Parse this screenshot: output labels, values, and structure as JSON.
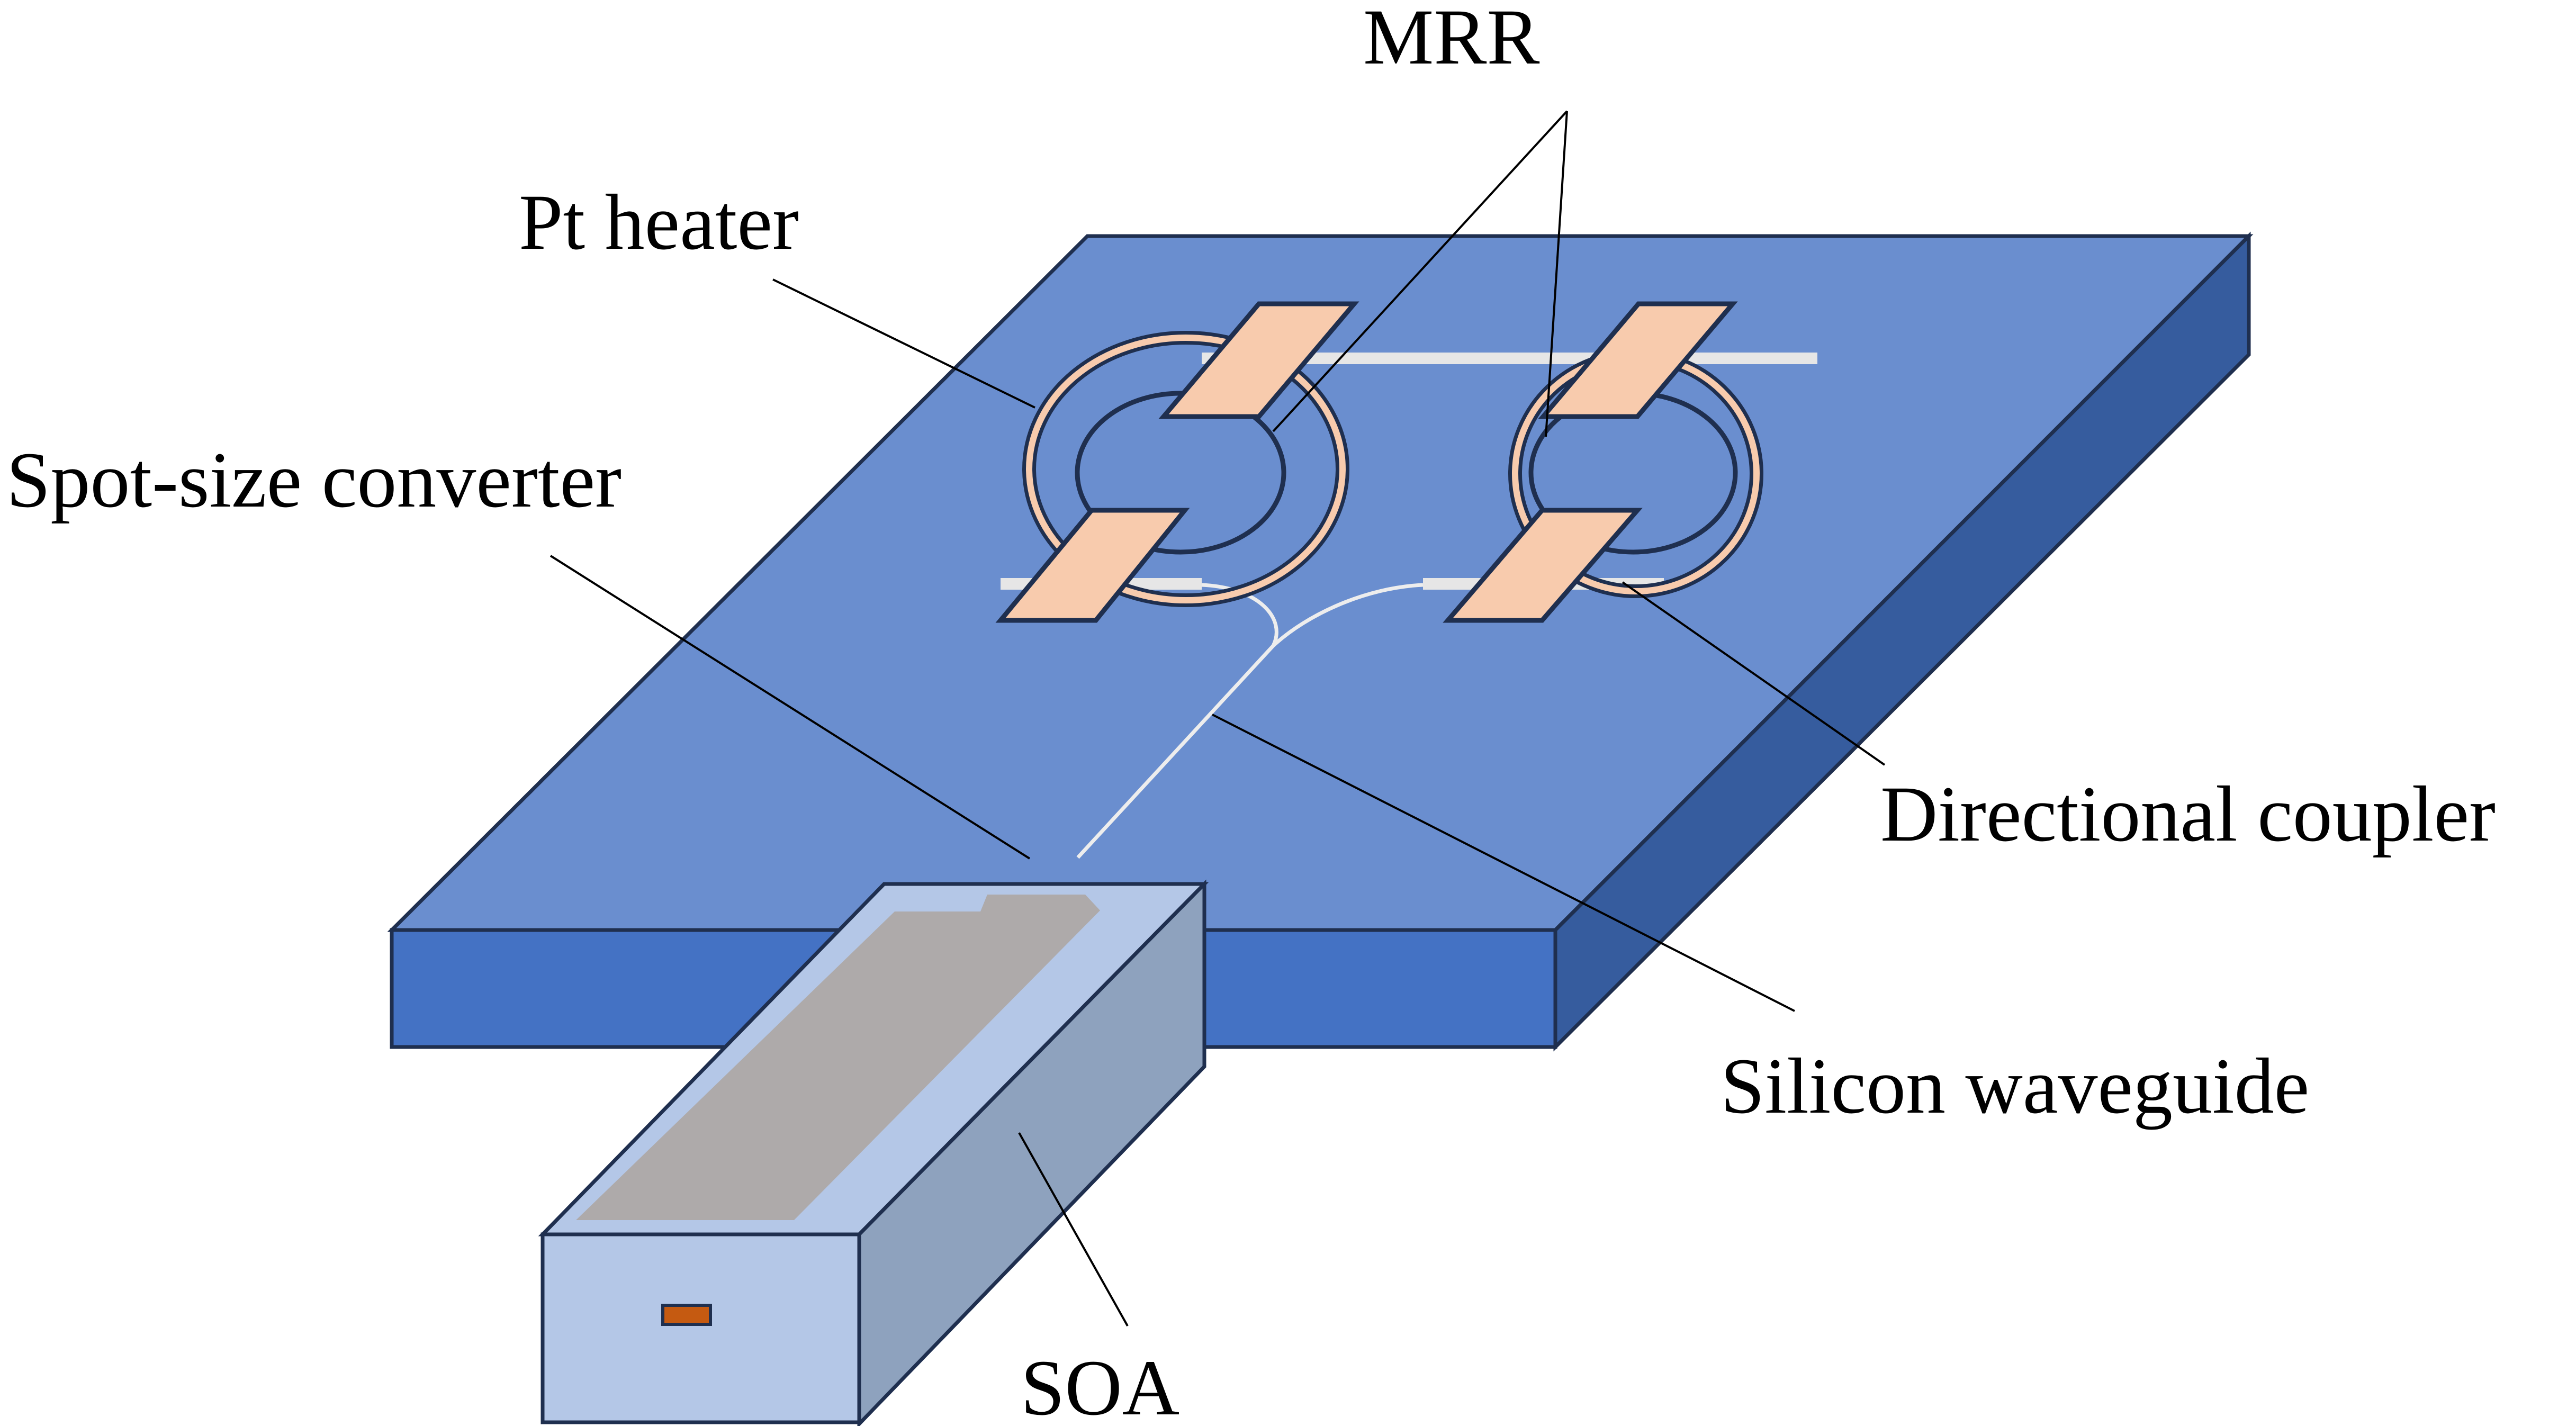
{
  "labels": {
    "mrr": "MRR",
    "pt_heater": "Pt heater",
    "spot_size_converter": "Spot-size converter",
    "directional_coupler": "Directional coupler",
    "silicon_waveguide": "Silicon waveguide",
    "soa": "SOA"
  },
  "colors": {
    "chip_top": "#6A8ECF",
    "chip_front": "#4472C4",
    "chip_side": "#365C9E",
    "outline": "#1F2F4F",
    "heater_fill": "#F8CBAD",
    "waveguide": "#E6E6E6",
    "soa_top": "#B4C7E7",
    "soa_side": "#8EA2BE",
    "soa_pad": "#AEAAAA",
    "soa_facet": "#C55A11"
  }
}
